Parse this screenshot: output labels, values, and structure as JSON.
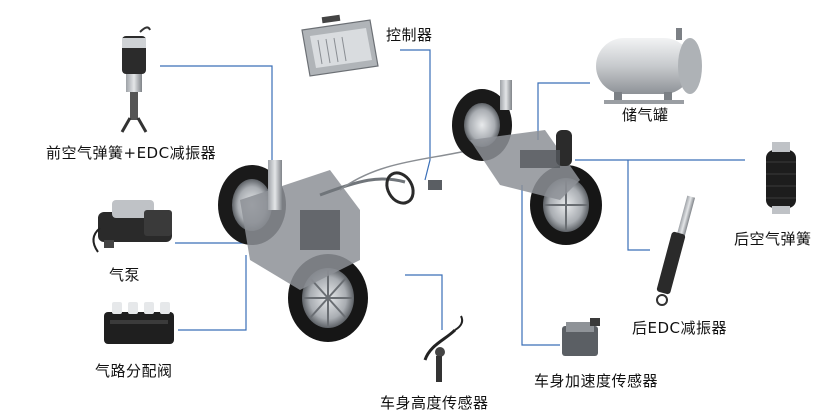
{
  "diagram": {
    "labels": {
      "front_air_spring_edc": "前空气弹簧+EDC减振器",
      "controller": "控制器",
      "air_tank": "储气罐",
      "air_pump": "气泵",
      "air_distribution_valve": "气路分配阀",
      "rear_air_spring": "后空气弹簧",
      "rear_edc_damper": "后EDC减振器",
      "body_accel_sensor": "车身加速度传感器",
      "height_sensor_partial": "车身高度传感器"
    },
    "colors": {
      "leader_line": "#3a6fb7",
      "tire": "#1a1a1a",
      "rim": "#b9bcc1",
      "metal_light": "#d9dcdf",
      "metal_dark": "#6f7378"
    }
  }
}
